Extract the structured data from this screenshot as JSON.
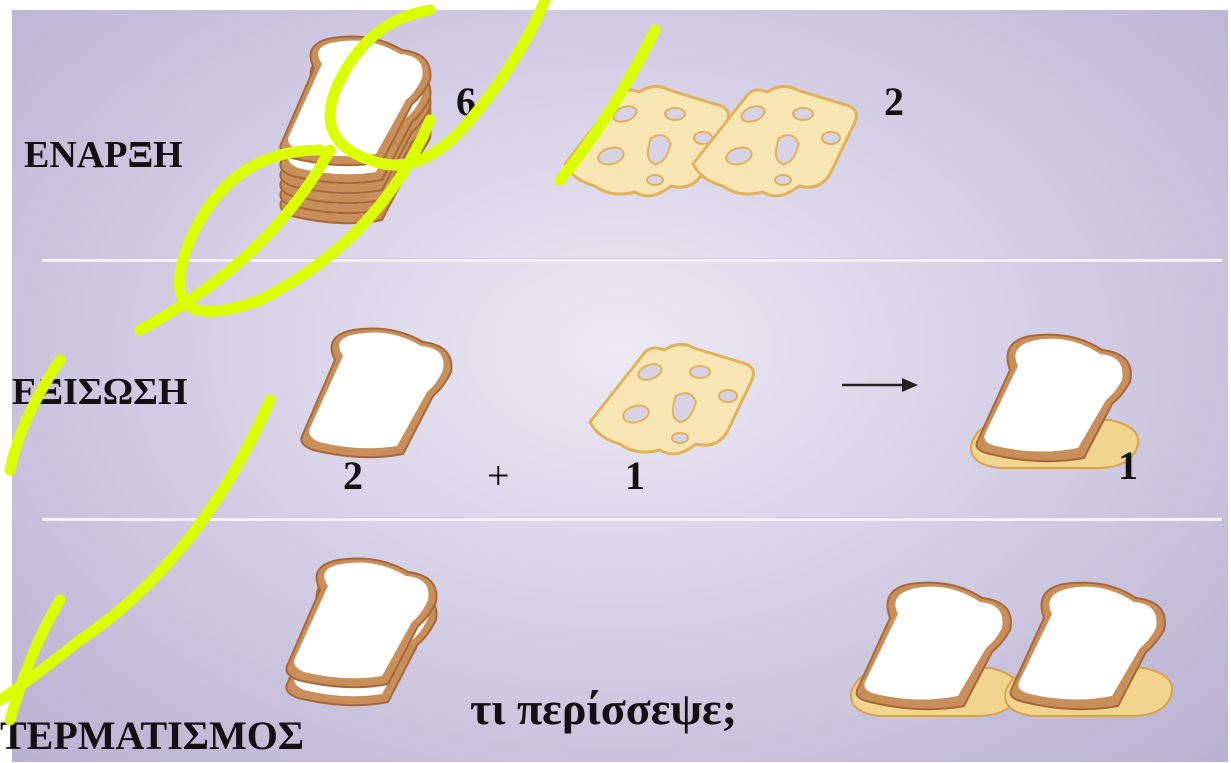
{
  "colors": {
    "background_light": "#ece9f3",
    "background_dark": "#b9b1d1",
    "bread_crust": "#c98f5a",
    "bread_face": "#ffffff",
    "cheese": "#f7e6b4",
    "cheese_edge": "#e1b25c",
    "watermark": "#d9ff00"
  },
  "rows": {
    "start": {
      "label": "ΕΝΑΡΞΗ",
      "bread_count": "6",
      "cheese_count": "2"
    },
    "equation": {
      "label": "ΕΞΙΣΩΣΗ",
      "bread_coef": "2",
      "plus": "+",
      "cheese_coef": "1",
      "product_coef": "1"
    },
    "end": {
      "label": "ΤΕΡΜΑΤΙΣΜΟΣ",
      "question": "τι περίσσεψε;"
    }
  }
}
